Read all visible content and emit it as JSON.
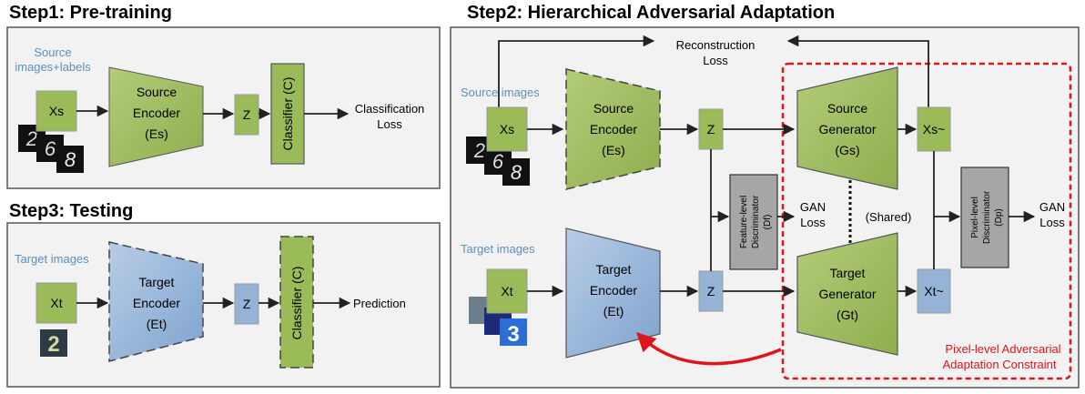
{
  "step1": {
    "title": "Step1: Pre-training",
    "source_label_line1": "Source",
    "source_label_line2": "images+labels",
    "xs": "Xs",
    "encoder_line1": "Source",
    "encoder_line2": "Encoder",
    "encoder_line3": "(Es)",
    "z": "Z",
    "classifier": "Classifier (C)",
    "loss_line1": "Classification",
    "loss_line2": "Loss"
  },
  "step3": {
    "title": "Step3: Testing",
    "target_label": "Target images",
    "xt": "Xt",
    "encoder_line1": "Target",
    "encoder_line2": "Encoder",
    "encoder_line3": "(Et)",
    "z": "Z",
    "classifier": "Classifier (C)",
    "prediction": "Prediction"
  },
  "step2": {
    "title": "Step2: Hierarchical Adversarial Adaptation",
    "recon_line1": "Reconstruction",
    "recon_line2": "Loss",
    "source_label": "Source images",
    "target_label": "Target images",
    "xs": "Xs",
    "xt": "Xt",
    "src_enc_line1": "Source",
    "src_enc_line2": "Encoder",
    "src_enc_line3": "(Es)",
    "tgt_enc_line1": "Target",
    "tgt_enc_line2": "Encoder",
    "tgt_enc_line3": "(Et)",
    "z": "Z",
    "feat_disc_line1": "Feature-level",
    "feat_disc_line2": "Discriminator",
    "feat_disc_line3": "(Df)",
    "gan_loss_line1": "GAN",
    "gan_loss_line2": "Loss",
    "shared": "(Shared)",
    "src_gen_line1": "Source",
    "src_gen_line2": "Generator",
    "src_gen_line3": "(Gs)",
    "tgt_gen_line1": "Target",
    "tgt_gen_line2": "Generator",
    "tgt_gen_line3": "(Gt)",
    "xs_tilde": "Xs~",
    "xt_tilde": "Xt~",
    "pix_disc_line1": "Pixel-level",
    "pix_disc_line2": "Discriminator",
    "pix_disc_line3": "(Dp)",
    "constraint_line1": "Pixel-level Adversarial",
    "constraint_line2": "Adaptation Constraint"
  },
  "digits": {
    "source": [
      "2",
      "6",
      "8"
    ],
    "target": [
      "3"
    ],
    "target_test": "2"
  },
  "colors": {
    "green": "#9bbb59",
    "blue": "#95b3d7",
    "gray": "#a6a6a6",
    "panel": "#f2f2f2",
    "red": "#e0141b",
    "label_blue": "#5b8fc0"
  }
}
